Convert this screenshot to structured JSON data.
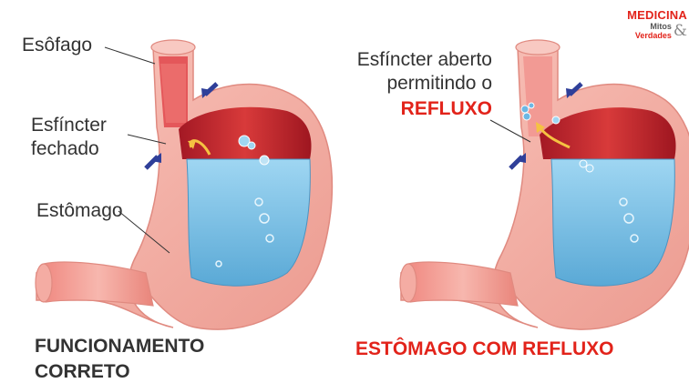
{
  "labels": {
    "esofago": "Esôfago",
    "esfincter_fechado_line1": "Esfíncter",
    "esfincter_fechado_line2": "fechado",
    "estomago": "Estômago",
    "esfincter_aberto_line1": "Esfíncter aberto",
    "esfincter_aberto_line2": "permitindo o",
    "refluxo": "REFLUXO"
  },
  "captions": {
    "left_line1": "FUNCIONAMENTO",
    "left_line2": "CORRETO",
    "right": "ESTÔMAGO COM REFLUXO"
  },
  "logo": {
    "title": "MEDICINA",
    "mitos": "Mitos",
    "verdades": "Verdades",
    "amp": "&"
  },
  "colors": {
    "tissue": "#f4a9a0",
    "tissue_dark": "#e8877d",
    "lining": "#c8202c",
    "acid": "#7cc3e8",
    "arrow": "#2f3f99",
    "caption": "#333333",
    "accent_red": "#e2231a"
  }
}
